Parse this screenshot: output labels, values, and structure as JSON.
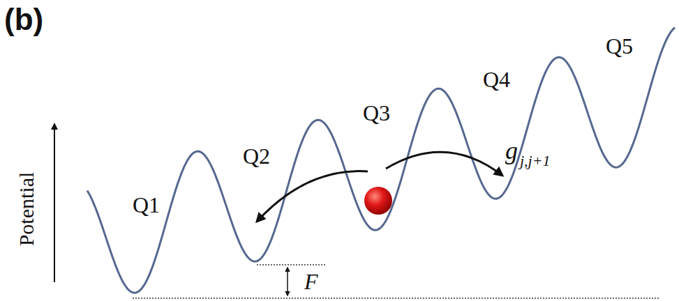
{
  "diagram": {
    "labels": [
      "(b)",
      "Potential",
      "Q1",
      "Q2",
      "Q3",
      "Q4",
      "Q5",
      "g",
      "j,j+1",
      "F"
    ]
  }
}
